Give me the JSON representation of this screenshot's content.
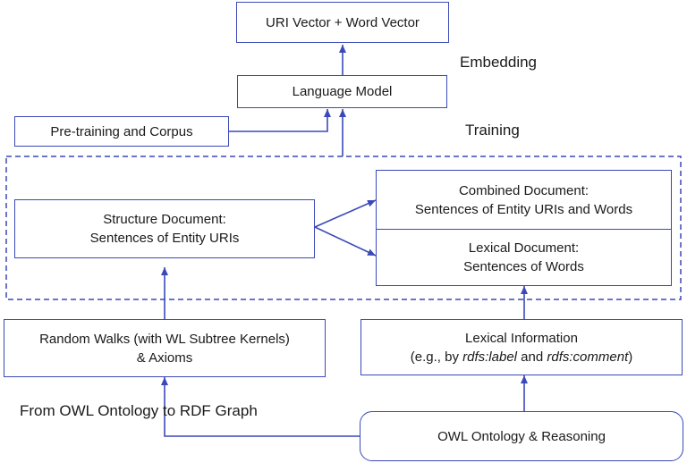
{
  "boxes": {
    "uri_word_vector": [
      "URI Vector + Word Vector"
    ],
    "language_model": [
      "Language Model"
    ],
    "pretraining_corpus": [
      "Pre-training and Corpus"
    ],
    "structure_document": [
      "Structure Document:",
      "Sentences of Entity URIs"
    ],
    "combined_document": [
      "Combined Document:",
      "Sentences of Entity URIs and Words"
    ],
    "lexical_document": [
      "Lexical Document:",
      "Sentences of Words"
    ],
    "random_walks": [
      "Random Walks (with WL Subtree Kernels)",
      "& Axioms"
    ],
    "lexical_information": {
      "line1": "Lexical Information",
      "line2_prefix": "(e.g., by ",
      "line2_label": "rdfs:label",
      "line2_mid": " and ",
      "line2_comment": "rdfs:comment",
      "line2_suffix": ")"
    },
    "owl_reasoning": [
      "OWL Ontology & Reasoning"
    ]
  },
  "labels": {
    "embedding": "Embedding",
    "training": "Training",
    "owl_to_rdf": "From OWL Ontology to RDF Graph"
  },
  "colors": {
    "border": "#3a49b8",
    "arrow": "#3a49b8",
    "text": "#1a1a1a"
  }
}
